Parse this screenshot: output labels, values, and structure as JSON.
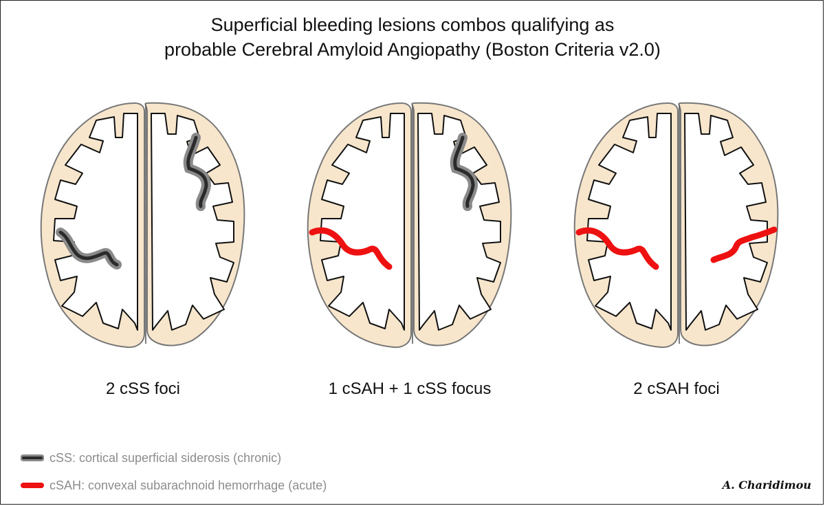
{
  "title": {
    "line1": "Superficial bleeding lesions combos qualifying as",
    "line2": "probable Cerebral Amyloid Angiopathy (Boston Criteria v2.0)"
  },
  "panels": [
    {
      "caption": "2 cSS foci"
    },
    {
      "caption": "1 cSAH + 1 cSS focus"
    },
    {
      "caption": "2 cSAH foci"
    }
  ],
  "legend": [
    {
      "label": "cSS: cortical superficial siderosis (chronic)",
      "swatch": "dark-gray-stripe"
    },
    {
      "label": "cSAH: convexal subarachnoid hemorrhage (acute)",
      "swatch": "red-stripe"
    }
  ],
  "signature": "A. Charidimou",
  "colors": {
    "brain_fill": "#f7e6cc",
    "brain_outline": "#777777",
    "white_matter": "#ffffff",
    "css_dark": "#2b2b2b",
    "css_light": "#8a8a8a",
    "csah_red": "#ee1111",
    "legend_text": "#8c8c8c"
  }
}
